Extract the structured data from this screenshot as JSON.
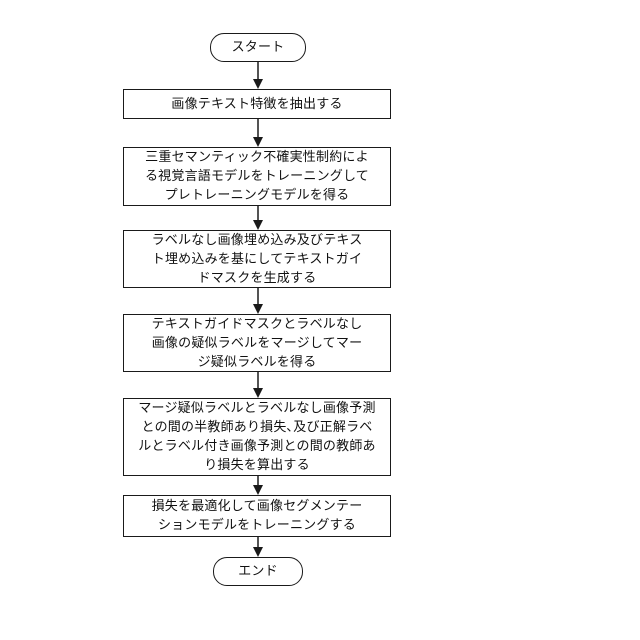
{
  "flowchart": {
    "start": "スタート",
    "steps": [
      "画像テキスト特徴を抽出する",
      "三重セマンティック不確実性制約によ\nる視覚言語モデルをトレーニングして\nプレトレーニングモデルを得る",
      "ラベルなし画像埋め込み及びテキス\nト埋め込みを基にしてテキストガイ\nドマスクを生成する",
      "テキストガイドマスクとラベルなし\n画像の疑似ラベルをマージしてマー\nジ疑似ラベルを得る",
      "マージ疑似ラベルとラベルなし画像予測\nとの間の半教師あり損失､及び正解ラベ\nルとラベル付き画像予測との間の教師あ\nり損失を算出する",
      "損失を最適化して画像セグメンテー\nションモデルをトレーニングする"
    ],
    "end": "エンド"
  }
}
